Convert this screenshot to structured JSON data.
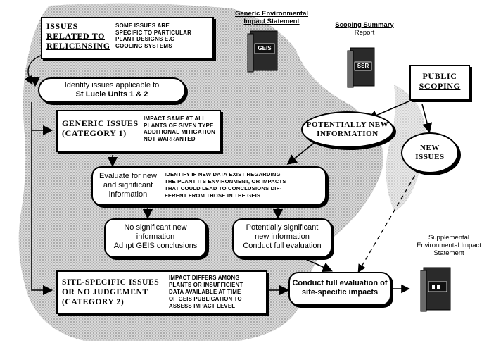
{
  "diagram": {
    "issues_related": {
      "title_lines": [
        "ISSUES",
        "RELATED TO",
        "RELICENSING"
      ],
      "note_lines": [
        "SOME ISSUES ARE",
        "SPECIFIC TO PARTICULAR",
        "PLANT DESIGNS  E.G",
        "COOLING SYSTEMS"
      ]
    },
    "geis_doc": {
      "caption_lines": [
        "Generic Environmental",
        "Impact Statement"
      ],
      "book_label": "GEIS"
    },
    "ssr_doc": {
      "caption_lines": [
        "Scoping Summary",
        "Report"
      ],
      "book_label": "SSR"
    },
    "public_scoping": {
      "title_lines": [
        "PUBLIC",
        "SCOPING"
      ]
    },
    "identify": {
      "lines": [
        "Identify issues applicable to",
        "St Lucie Units 1 & 2"
      ]
    },
    "generic": {
      "title_lines": [
        "GENERIC ISSUES",
        "(CATEGORY 1)"
      ],
      "note_lines": [
        "IMPACT SAME AT ALL",
        "PLANTS OF GIVEN TYPE",
        "ADDITIONAL MITIGATION",
        "NOT WARRANTED"
      ]
    },
    "potentially_new": {
      "lines": [
        "POTENTIALLY NEW",
        "INFORMATION"
      ]
    },
    "new_issues": {
      "lines": [
        "NEW",
        "ISSUES"
      ]
    },
    "evaluate": {
      "lines": [
        "Evaluate for new",
        "and significant",
        "information"
      ],
      "note_lines": [
        "IDENTIFY IF NEW DATA EXIST REGARDING",
        "THE PLANT  ITS ENVIRONMENT, OR IMPACTS",
        "THAT COULD LEAD TO CONCLUSIONS DIF-",
        "FERENT FROM THOSE IN THE GEIS"
      ]
    },
    "no_significant": {
      "lines": [
        "No significant new",
        "information",
        "Ad ıpt GEIS conclusions"
      ]
    },
    "potentially_significant": {
      "lines": [
        "Potentially significant",
        "new information",
        "Conduct full evaluation"
      ]
    },
    "seis_doc": {
      "caption_lines": [
        "Supplemental",
        "Environmental Impact",
        "Statement"
      ]
    },
    "site_specific": {
      "title_lines": [
        "SITE-SPECIFIC ISSUES",
        "OR NO JUDGEMENT",
        "(CATEGORY 2)"
      ],
      "note_lines": [
        "IMPACT DIFFERS AMONG",
        "PLANTS  OR INSUFFICIENT",
        "DATA AVAILABLE AT TIME",
        "OF GEIS PUBLICATION TO",
        "ASSESS IMPACT LEVEL"
      ]
    },
    "conduct_full": {
      "lines": [
        "Conduct full evaluation of",
        "site-specific impacts"
      ]
    }
  },
  "colors": {
    "halftone_background": "#cfcfcf",
    "book_dark": "#2a2a2a",
    "book_spine": "#6a6a6a",
    "border": "#000000"
  }
}
